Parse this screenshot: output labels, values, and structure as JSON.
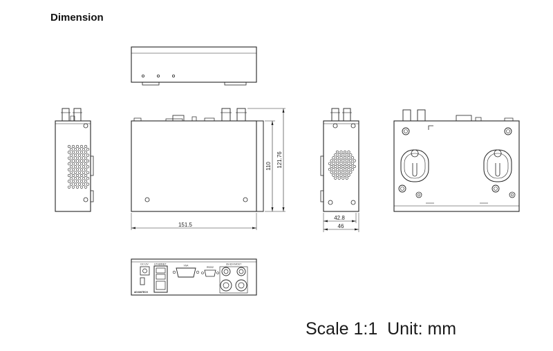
{
  "heading": "Dimension",
  "scale_text": "Scale 1:1  Unit: mm",
  "dimensions": {
    "width": "151.5",
    "height": "110",
    "height_overall": "121.76",
    "depth_body": "42.8",
    "depth_overall": "46"
  },
  "rear_panel_labels": {
    "power": "DC 12V",
    "ethernet": "ETHERNET",
    "vga": "VGA",
    "serial": "RS232",
    "sdi": "3G-SDI IN/OUT",
    "brand": "ADVANTECH"
  }
}
